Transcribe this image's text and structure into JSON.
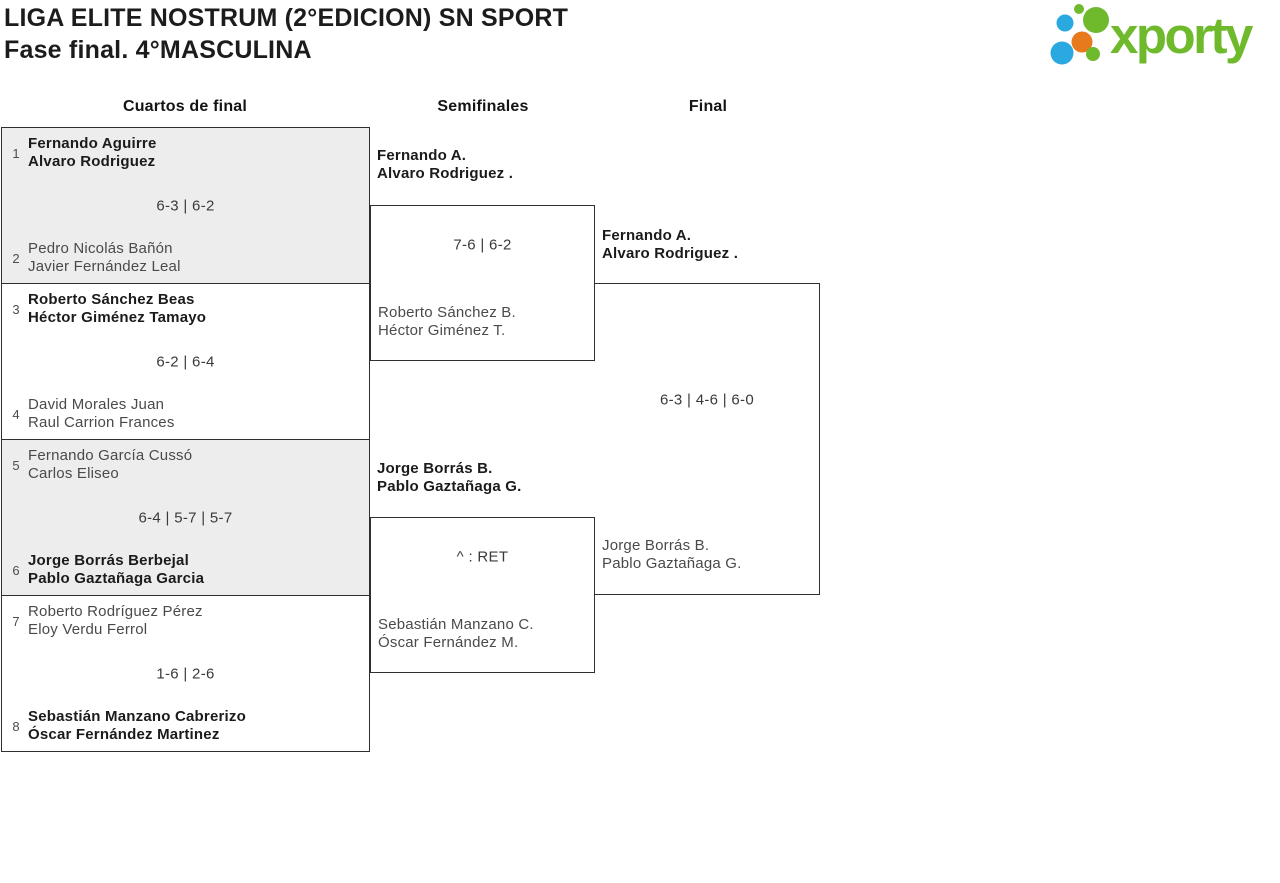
{
  "header": {
    "title_line1": "LIGA ELITE NOSTRUM (2°EDICION) SN SPORT",
    "title_line2": "Fase final. 4°MASCULINA",
    "logo_text": "xporty"
  },
  "colors": {
    "brand_green": "#6fb92c",
    "brand_blue": "#29a9e0",
    "brand_orange": "#e87a1e",
    "block_gray": "#ededed",
    "border": "#2f2f2f"
  },
  "rounds": [
    "Cuartos de final",
    "Semifinales",
    "Final"
  ],
  "quarterfinals": [
    {
      "score": "6-3 | 6-2",
      "team1": {
        "seed": "1",
        "line1": "Fernando Aguirre",
        "line2": "Alvaro Rodriguez",
        "winner": true
      },
      "team2": {
        "seed": "2",
        "line1": "Pedro Nicolás Bañón",
        "line2": "Javier Fernández Leal",
        "winner": false
      }
    },
    {
      "score": "6-2 | 6-4",
      "team1": {
        "seed": "3",
        "line1": "Roberto Sánchez Beas",
        "line2": "Héctor Giménez Tamayo",
        "winner": true
      },
      "team2": {
        "seed": "4",
        "line1": "David Morales Juan",
        "line2": "Raul Carrion Frances",
        "winner": false
      }
    },
    {
      "score": "6-4 | 5-7 | 5-7",
      "team1": {
        "seed": "5",
        "line1": "Fernando García Cussó",
        "line2": "Carlos Eliseo",
        "winner": false
      },
      "team2": {
        "seed": "6",
        "line1": "Jorge Borrás Berbejal",
        "line2": "Pablo Gaztañaga Garcia",
        "winner": true
      }
    },
    {
      "score": "1-6 | 2-6",
      "team1": {
        "seed": "7",
        "line1": "Roberto Rodríguez Pérez",
        "line2": "Eloy Verdu Ferrol",
        "winner": false
      },
      "team2": {
        "seed": "8",
        "line1": "Sebastián Manzano Cabrerizo",
        "line2": "Óscar Fernández Martinez",
        "winner": true
      }
    }
  ],
  "semifinals": [
    {
      "advancing": {
        "line1": "Fernando A.",
        "line2": "Alvaro Rodriguez ."
      },
      "score": "7-6 | 6-2",
      "opponent": {
        "line1": "Roberto Sánchez B.",
        "line2": "Héctor Giménez T."
      }
    },
    {
      "advancing": {
        "line1": "Jorge Borrás B.",
        "line2": "Pablo Gaztañaga G."
      },
      "score": "^ : RET",
      "opponent": {
        "line1": "Sebastián Manzano C.",
        "line2": "Óscar Fernández M."
      }
    }
  ],
  "final": {
    "advancing": {
      "line1": "Fernando A.",
      "line2": "Alvaro Rodriguez ."
    },
    "score": "6-3 | 4-6 | 6-0",
    "opponent": {
      "line1": "Jorge Borrás B.",
      "line2": "Pablo Gaztañaga G."
    }
  }
}
